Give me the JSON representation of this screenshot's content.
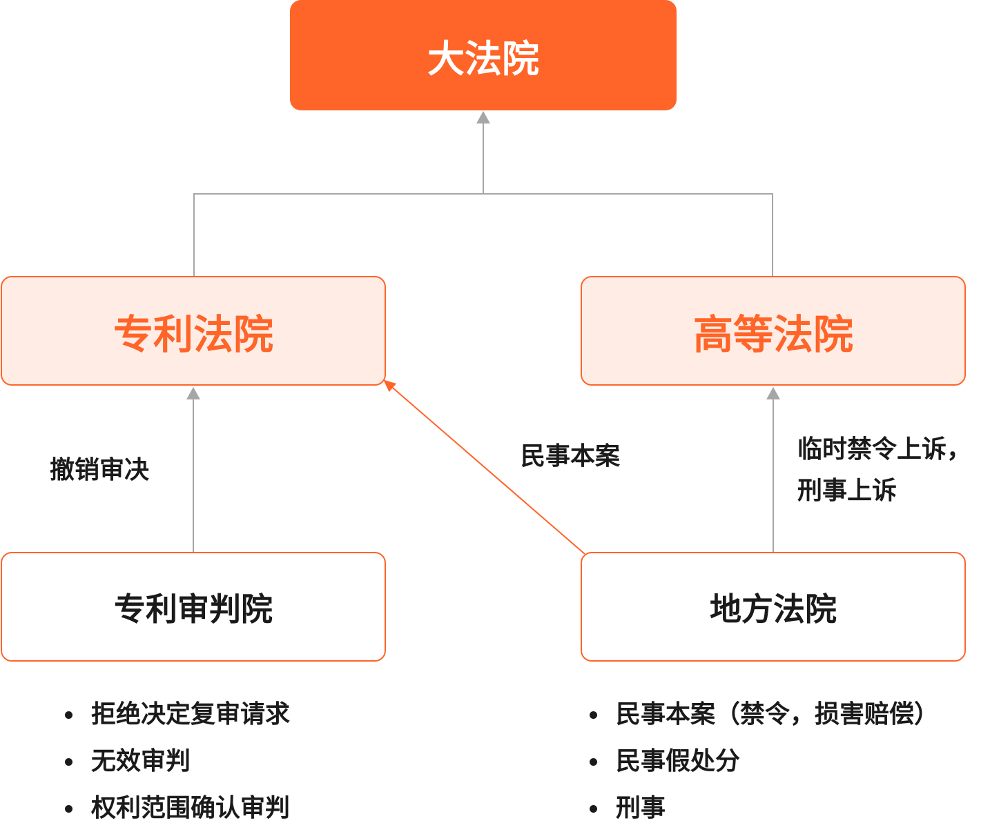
{
  "colors": {
    "accent": "#ff6428",
    "accent_light": "#ffede5",
    "connector": "#a6a6a6",
    "text": "#1a1a1a"
  },
  "nodes": {
    "supreme_court": "大法院",
    "patent_court": "专利法院",
    "high_court": "高等法院",
    "patent_trial_board": "专利审判院",
    "district_court": "地方法院"
  },
  "edge_labels": {
    "revocation": "撤销审决",
    "civil_main": "民事本案",
    "high_court_appeal_line1": "临时禁令上诉，",
    "high_court_appeal_line2": "刑事上诉"
  },
  "patent_trial_cases": [
    "拒绝决定复审请求",
    "无效审判",
    "权利范围确认审判"
  ],
  "district_court_cases": [
    "民事本案（禁令，损害赔偿）",
    "民事假处分",
    "刑事"
  ]
}
